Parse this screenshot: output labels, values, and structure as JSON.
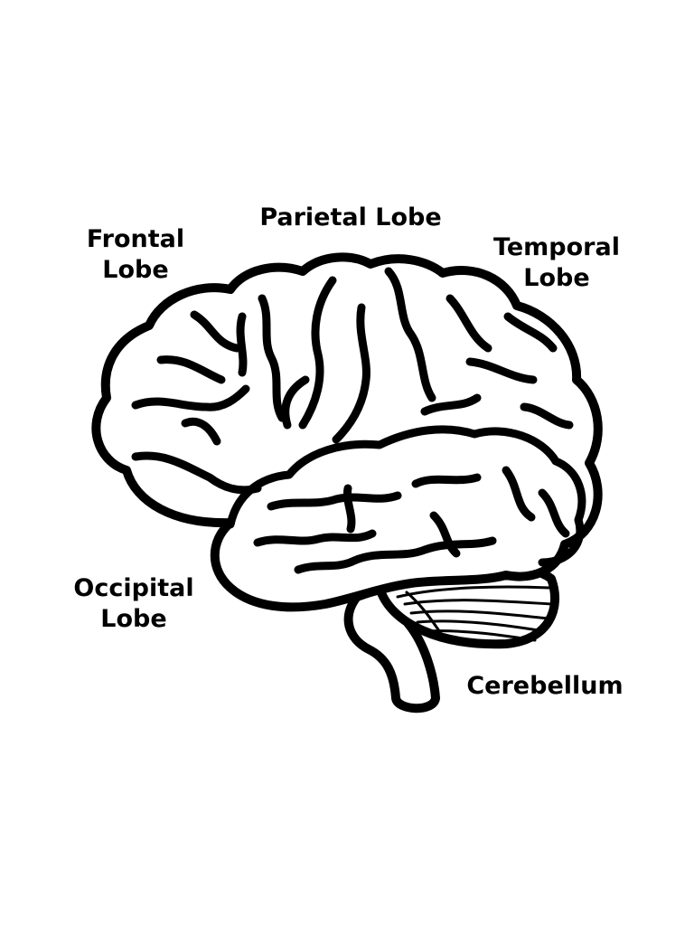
{
  "labels": {
    "frontal": [
      "Frontal",
      "Lobe"
    ],
    "parietal": "Parietal Lobe",
    "temporal": [
      "Temporal",
      "Lobe"
    ],
    "occipital": [
      "Occipital",
      "Lobe"
    ],
    "cerebellum": "Cerebellum"
  },
  "colors": {
    "outline": "#000000",
    "fill": "#ffffff",
    "background": "#ffffff"
  }
}
